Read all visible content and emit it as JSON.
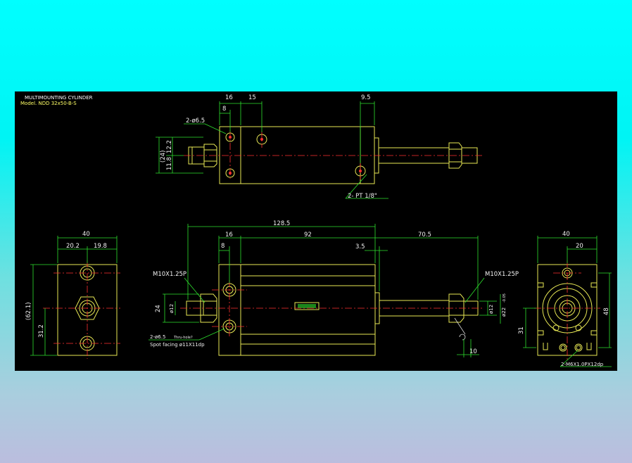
{
  "title": "MULTIMOUNTING CYLINDER",
  "model": "Model. NDD 32x50-B-S",
  "colors": {
    "background_top": "#00ffff",
    "background_bottom": "#bbbdde",
    "panel": "#000000",
    "outline": "#e8e855",
    "dimension": "#2ee02e",
    "centerline": "#ff3030",
    "text": "#f0f0f0"
  },
  "top_view": {
    "dims": [
      "16",
      "15",
      "9.5",
      "8"
    ],
    "left_dims": [
      "(24)",
      "11.8",
      "12.2"
    ],
    "hole_callout": "2-ø6.5",
    "port_callout": "2- PT 1/8\""
  },
  "end_view_left": {
    "width": "40",
    "half_left": "20.2",
    "half_right": "19.8",
    "height": "(62.1)",
    "center_height": "31.2"
  },
  "front_view": {
    "overall": "128.5",
    "dims": [
      "16",
      "92",
      "70.5",
      "8",
      "3.5"
    ],
    "thread_left": "M10X1.25P",
    "thread_right": "M10X1.25P",
    "left_dims": [
      "24",
      "ø12"
    ],
    "right_dims": [
      "ø12",
      "ø22"
    ],
    "right_tol": "-0.05",
    "bottom_dim": "10",
    "hole_callout_1": "2-ø6.5",
    "hole_callout_1_suffix": "Thru-hole?",
    "hole_callout_2": "Spot facing ø11X11dp"
  },
  "end_view_right": {
    "width": "40",
    "half": "20",
    "height": "48",
    "side": "31",
    "tap_callout": "2-M6X1.0PX12dp"
  }
}
